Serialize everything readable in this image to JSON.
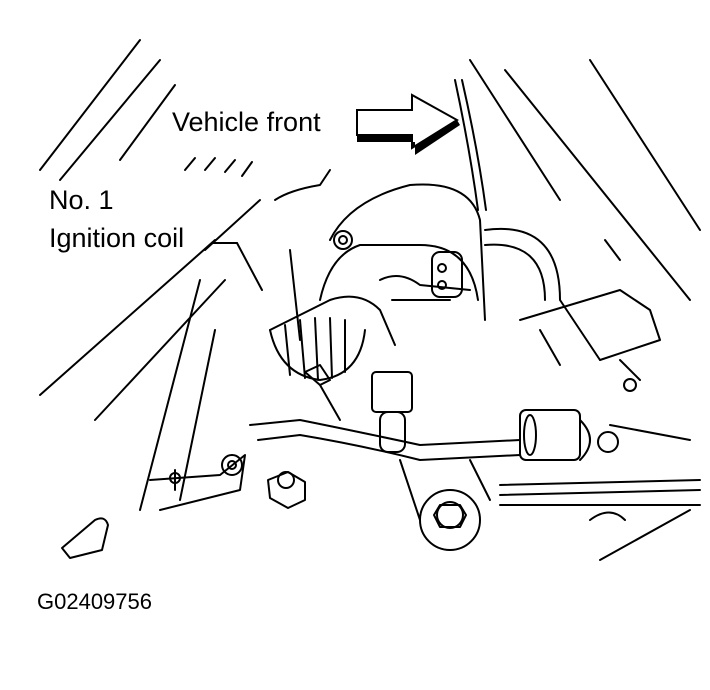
{
  "diagram": {
    "labels": {
      "vehicle_front": "Vehicle front",
      "ignition_coil_line1": "No. 1",
      "ignition_coil_line2": "Ignition coil",
      "figure_code": "G02409756"
    },
    "icons": {
      "direction_arrow": "right-arrow-icon"
    },
    "colors": {
      "line": "#000000",
      "background": "#ffffff"
    }
  }
}
